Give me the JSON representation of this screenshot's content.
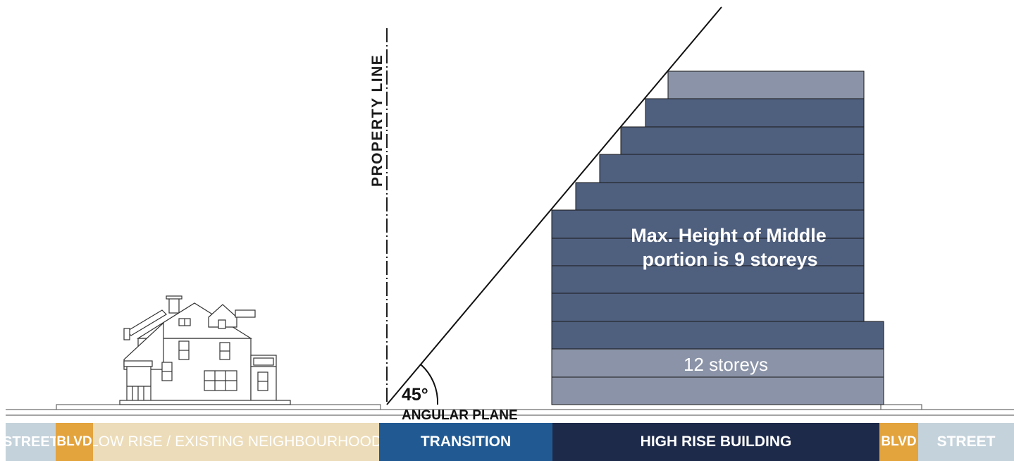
{
  "labels": {
    "property_line": "PROPERTY LINE",
    "angle": "45°",
    "angular_plane": "ANGULAR PLANE",
    "middle_height_line1": "Max. Height of Middle",
    "middle_height_line2": "portion is 9 storeys",
    "total_storeys": "12 storeys"
  },
  "colors": {
    "street": "#c4d2db",
    "blvd": "#e3a33d",
    "low_rise": "#ecdcb9",
    "transition": "#215a93",
    "high_rise": "#1e2a4a",
    "middle_portion": "#4f5f7e",
    "podium_and_top": "#8a93a7"
  },
  "zones": [
    {
      "label": "STREET",
      "color": "#c4d2db"
    },
    {
      "label": "BLVD",
      "color": "#e3a33d"
    },
    {
      "label": "LOW RISE / EXISTING NEIGHBOURHOOD",
      "color": "#ecdcb9"
    },
    {
      "label": "TRANSITION",
      "color": "#215a93"
    },
    {
      "label": "HIGH RISE BUILDING",
      "color": "#1e2a4a"
    },
    {
      "label": "BLVD",
      "color": "#e3a33d"
    },
    {
      "label": "STREET",
      "color": "#c4d2db"
    }
  ]
}
